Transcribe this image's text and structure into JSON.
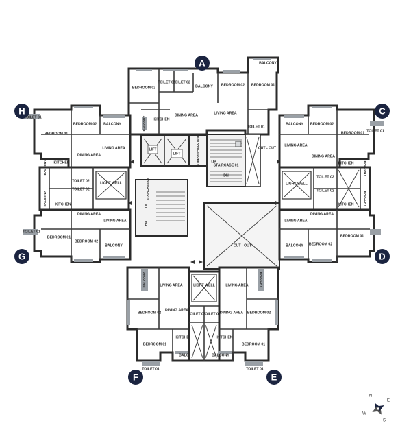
{
  "units": {
    "A": "A",
    "B_unused": "",
    "C": "C",
    "D": "D",
    "E": "E",
    "F": "F",
    "G": "G",
    "H": "H"
  },
  "labels": {
    "balcony": "BALCONY",
    "bedroom01": "BEDROOM 01",
    "bedroom02": "BEDROOM 02",
    "toilet01": "TOILET 01",
    "toilet02": "TOILET 02",
    "living": "LIVING AREA",
    "dining": "DINING AREA",
    "kitchen": "KITCHEN",
    "lightwell": "LIGHT WELL",
    "lift": "LIFT",
    "entrance_lobby": "ENTRANCE LOBBY",
    "staircase01": "STAIRCASE 01",
    "staircase02": "STAIRCASE 02",
    "cutout": "CUT - OUT",
    "cutout_center": "CUT - OUT",
    "up": "UP",
    "dn": "DN"
  },
  "compass": {
    "n": "N",
    "e": "E",
    "s": "S",
    "w": "W"
  },
  "colors": {
    "marker": "#1b2440",
    "wall": "#2b2b2b",
    "accent_grey": "#9aa0a6"
  }
}
